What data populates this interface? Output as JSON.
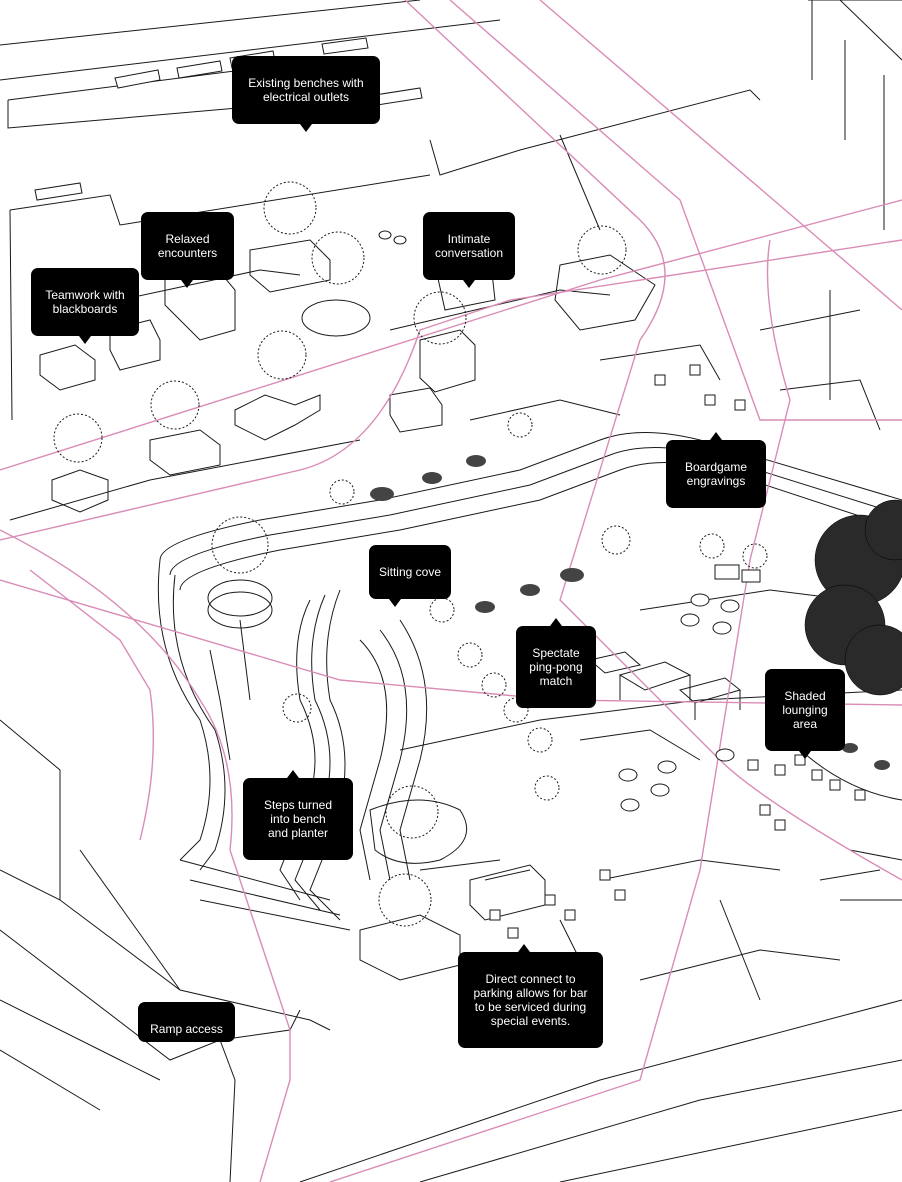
{
  "colors": {
    "route": "#d98cb6",
    "ink": "#1a1a1a",
    "callout_bg": "#000000",
    "callout_text": "#ffffff"
  },
  "labels": {
    "benches": "Existing benches with\nelectrical outlets",
    "relaxed": "Relaxed\nencounters",
    "teamwork": "Teamwork with\nblackboards",
    "intimate": "Intimate\nconversation",
    "boardgame": "Boardgame\nengravings",
    "sitting_cove": "Sitting cove",
    "pingpong": "Spectate\nping-pong\nmatch",
    "shaded": "Shaded\nlounging\narea",
    "steps": "Steps turned\ninto bench\nand planter",
    "ramp": "Ramp access",
    "parking": "Direct connect to\nparking allows for bar\nto be serviced during\nspecial events."
  }
}
